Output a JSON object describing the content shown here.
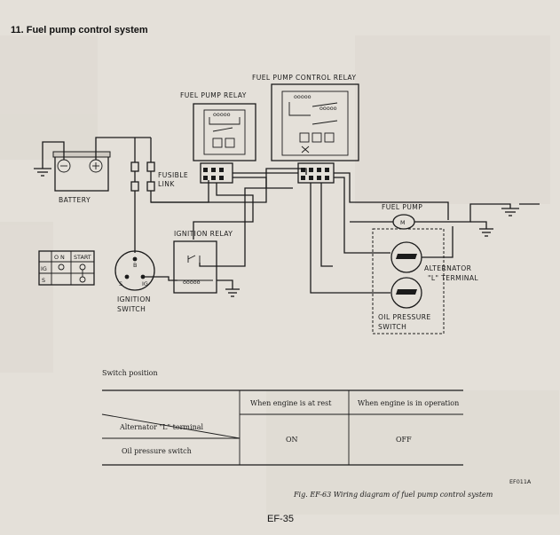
{
  "section_title": "11. Fuel pump control system",
  "labels": {
    "fuel_pump_control_relay": "FUEL PUMP CONTROL RELAY",
    "fuel_pump_relay": "FUEL PUMP RELAY",
    "fusible_link": "FUSIBLE\nLINK",
    "battery": "BATTERY",
    "fuel_pump": "FUEL PUMP",
    "fuel_pump_symbol": "M",
    "ignition_relay": "IGNITION RELAY",
    "alternator_l_terminal": "ALTERNATOR\n\"L\" TERMINAL",
    "ignition_switch": "IGNITION\nSWITCH",
    "oil_pressure_switch": "OIL PRESSURE\nSWITCH",
    "switch_b": "B",
    "switch_s": "S",
    "switch_ig": "IG"
  },
  "switch_table": {
    "headers": [
      "O N",
      "START"
    ],
    "rows": [
      "IG",
      "S"
    ]
  },
  "position_table": {
    "title": "Switch position",
    "col_headers": [
      "When engine is at rest",
      "When engine is in operation"
    ],
    "row_labels": [
      "Alternator \"L\" terminal",
      "Oil pressure switch"
    ],
    "values": [
      "ON",
      "OFF"
    ]
  },
  "figure_code": "EF011A",
  "caption": "Fig. EF-63  Wiring diagram of fuel pump control system",
  "page_number": "EF-35"
}
